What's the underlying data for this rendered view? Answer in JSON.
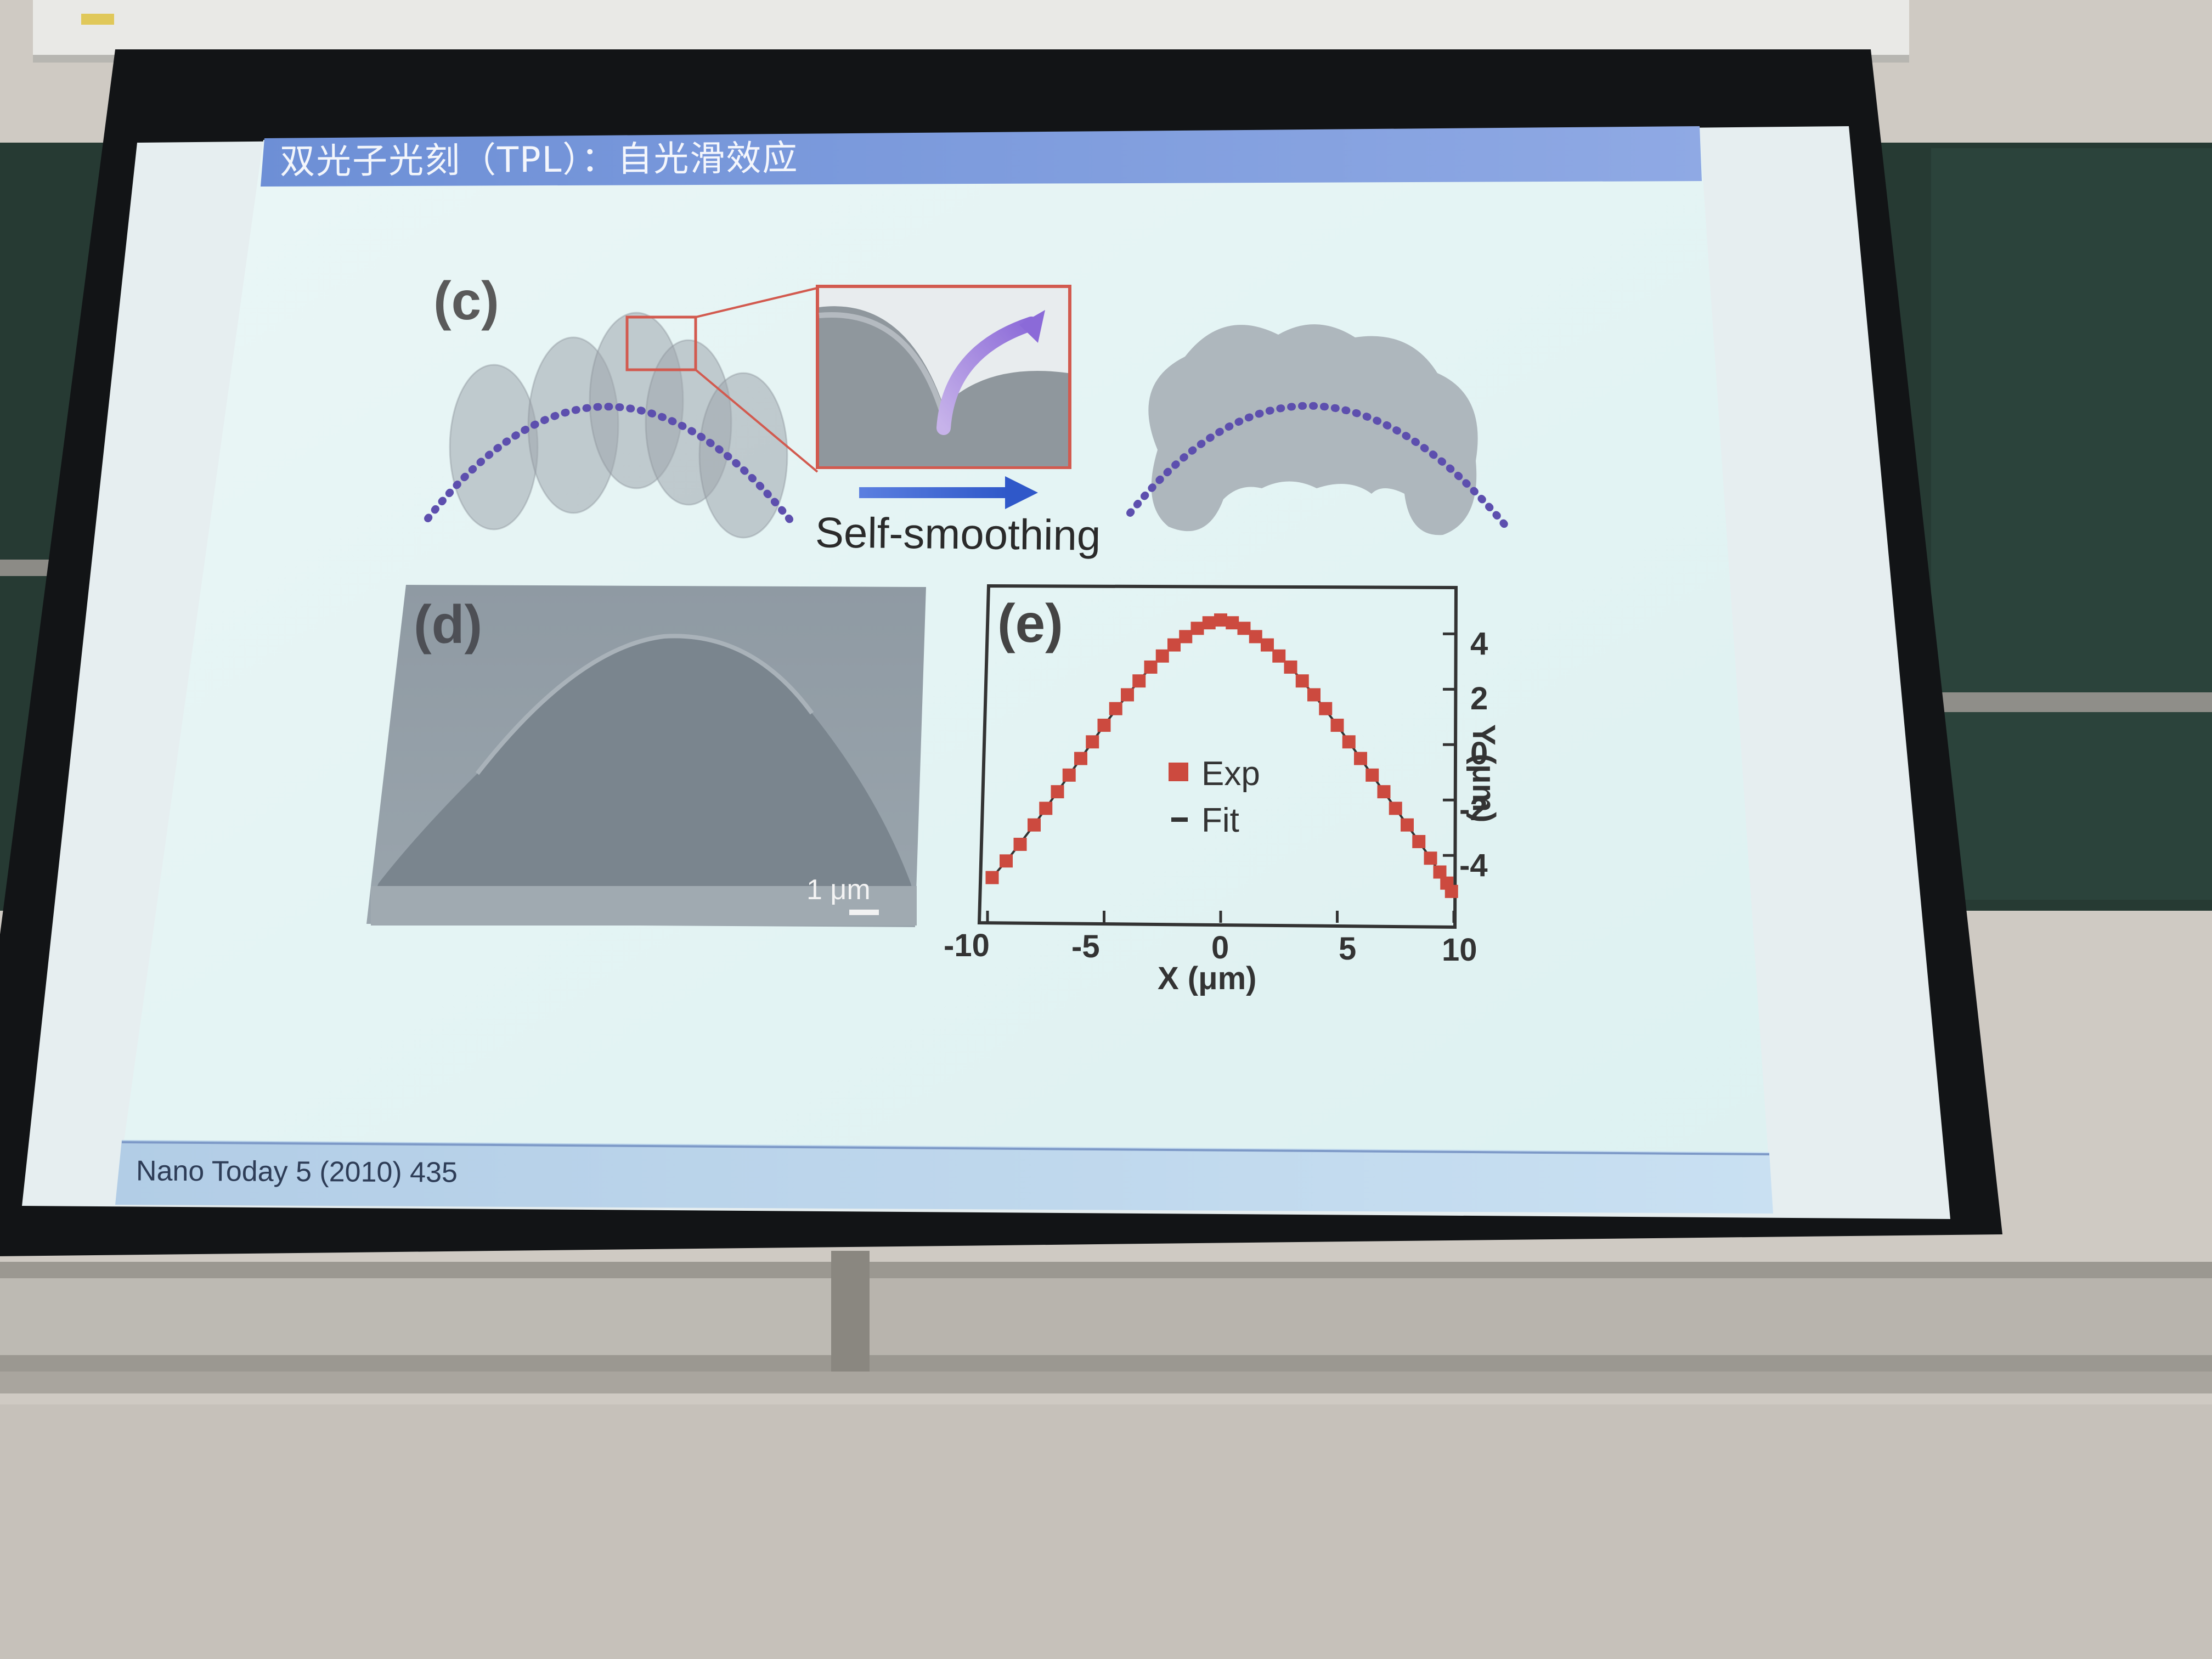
{
  "slide": {
    "title": "双光子光刻（TPL）：自光滑效应",
    "citation": "Nano Today 5 (2010) 435"
  },
  "figure": {
    "panel_c": {
      "label": "(c)",
      "arrow_label": "Self-smoothing"
    },
    "panel_d": {
      "label": "(d)",
      "scale_bar": "1 μm"
    },
    "panel_e": {
      "label": "(e)",
      "legend": [
        "Exp",
        "Fit"
      ],
      "xlabel": "X (μm)",
      "ylabel": "Y (μm)",
      "xticks": [
        "-10",
        "-5",
        "0",
        "5",
        "10"
      ],
      "yticks": [
        "4",
        "2",
        "0",
        "-2",
        "-4"
      ]
    }
  },
  "chart_data": {
    "type": "scatter",
    "xlabel": "X (μm)",
    "ylabel": "Y (μm)",
    "xlim": [
      -10,
      10
    ],
    "series": [
      {
        "name": "Exp",
        "x": [
          -9.8,
          -9.2,
          -8.6,
          -8.0,
          -7.5,
          -7.0,
          -6.5,
          -6.0,
          -5.5,
          -5.0,
          -4.5,
          -4.0,
          -3.5,
          -3.0,
          -2.5,
          -2.0,
          -1.5,
          -1.0,
          -0.5,
          0.0,
          0.5,
          1.0,
          1.5,
          2.0,
          2.5,
          3.0,
          3.5,
          4.0,
          4.5,
          5.0,
          5.5,
          6.0,
          6.5,
          7.0,
          7.5,
          8.0,
          8.5,
          9.0,
          9.4,
          9.7,
          9.9
        ],
        "y": [
          -4.8,
          -4.2,
          -3.6,
          -2.9,
          -2.3,
          -1.7,
          -1.1,
          -0.5,
          0.1,
          0.7,
          1.3,
          1.8,
          2.3,
          2.8,
          3.2,
          3.6,
          3.9,
          4.2,
          4.4,
          4.5,
          4.4,
          4.2,
          3.9,
          3.6,
          3.2,
          2.8,
          2.3,
          1.8,
          1.3,
          0.7,
          0.1,
          -0.5,
          -1.1,
          -1.7,
          -2.3,
          -2.9,
          -3.5,
          -4.1,
          -4.6,
          -5.0,
          -5.3
        ]
      },
      {
        "name": "Fit",
        "x": [
          -9.8,
          -9.0,
          -8.0,
          -7.0,
          -6.0,
          -5.0,
          -4.0,
          -3.0,
          -2.0,
          -1.0,
          0.0,
          1.0,
          2.0,
          3.0,
          4.0,
          5.0,
          6.0,
          7.0,
          8.0,
          9.0,
          9.9
        ],
        "y": [
          -4.8,
          -4.0,
          -2.9,
          -1.7,
          -0.5,
          0.7,
          1.8,
          2.8,
          3.6,
          4.2,
          4.5,
          4.2,
          3.6,
          2.8,
          1.8,
          0.7,
          -0.5,
          -1.7,
          -2.9,
          -4.1,
          -5.3
        ]
      }
    ],
    "colors": {
      "Exp": "#cc4a3f",
      "Fit": "#333333"
    }
  }
}
